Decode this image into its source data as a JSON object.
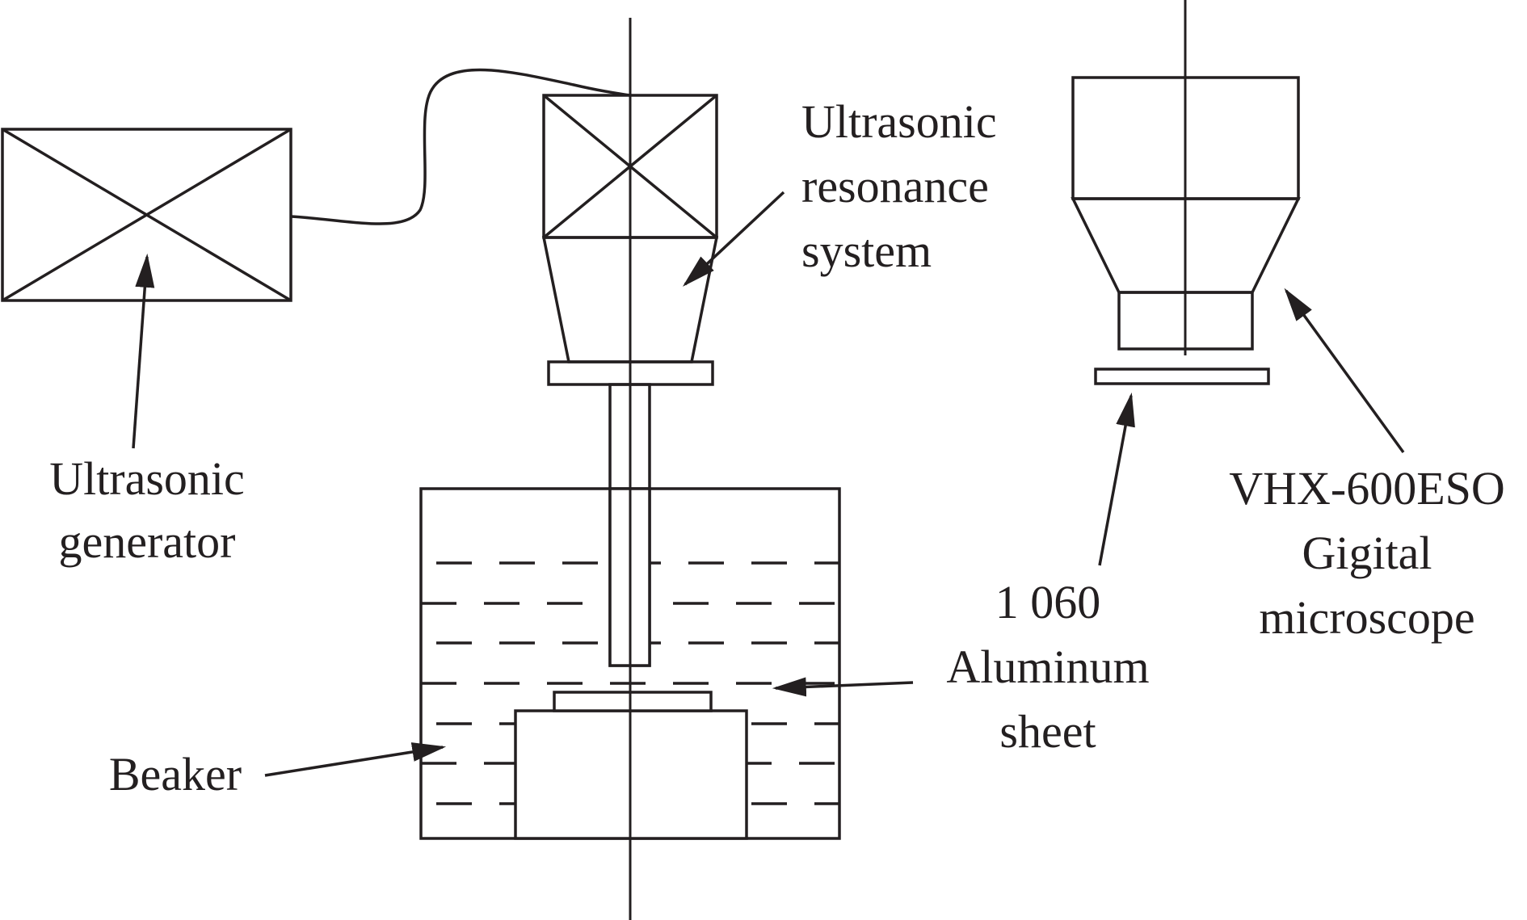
{
  "colors": {
    "ink": "#231f20",
    "background": "#ffffff"
  },
  "labels": {
    "ultrasonic_generator": [
      "Ultrasonic",
      "generator"
    ],
    "ultrasonic_resonance_system": [
      "Ultrasonic",
      "resonance",
      "system"
    ],
    "microscope": [
      "VHX-600ESO",
      "Gigital",
      "microscope"
    ],
    "aluminum_sheet": [
      "1 060",
      "Aluminum",
      "sheet"
    ],
    "beaker": [
      "Beaker"
    ]
  }
}
